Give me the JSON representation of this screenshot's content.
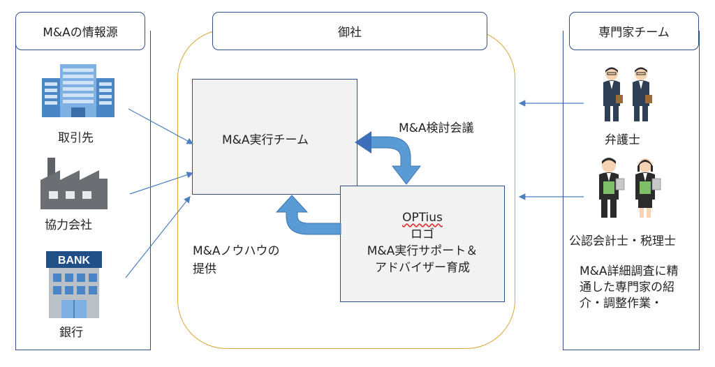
{
  "sources": {
    "title": "M&Aの情報源",
    "items": [
      {
        "label": "取引先",
        "icon": "office-building-icon"
      },
      {
        "label": "協力会社",
        "icon": "factory-icon"
      },
      {
        "label": "銀行",
        "icon": "bank-icon"
      }
    ],
    "bank_sign": "BANK"
  },
  "company": {
    "title": "御社",
    "team_label": "M&A実行チーム",
    "meeting_label": "M&A検討会議",
    "knowhow_line1": "M&Aノウハウの",
    "knowhow_line2": "提供",
    "optius_line1": "OPTius",
    "optius_line2": "ロゴ",
    "optius_line3": "M&A実行サポート＆",
    "optius_line4": "アドバイザー育成"
  },
  "experts": {
    "title": "専門家チーム",
    "lawyer_label": "弁護士",
    "accountant_label": "公認会計士・税理士",
    "desc_line1": "M&A詳細調査に精",
    "desc_line2": "通した専門家の紹",
    "desc_line3": "介・調整作業・"
  },
  "colors": {
    "frame_blue": "#2f4f8a",
    "company_gold": "#d9a83a",
    "arrow_blue": "#4a86c5",
    "box_gray": "#f2f2f2"
  }
}
